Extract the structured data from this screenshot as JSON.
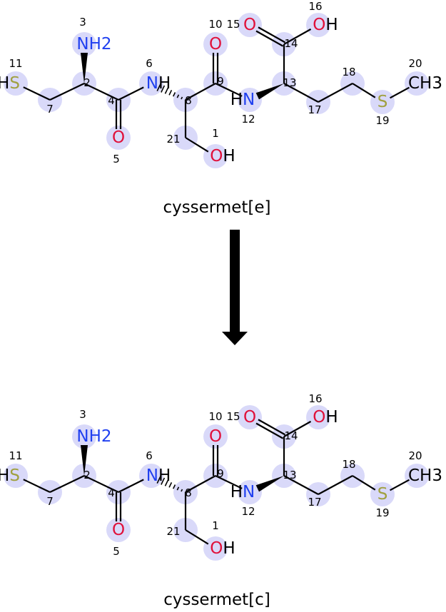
{
  "reaction": {
    "reactant": {
      "name": "cyssermet[e]",
      "atoms": [
        {
          "num": "1",
          "label": "OH",
          "element": "O"
        },
        {
          "num": "2",
          "label": "",
          "element": "C"
        },
        {
          "num": "3",
          "label": "NH2",
          "element": "N"
        },
        {
          "num": "4",
          "label": "",
          "element": "C"
        },
        {
          "num": "5",
          "label": "O",
          "element": "O"
        },
        {
          "num": "6",
          "label": "NH",
          "element": "N"
        },
        {
          "num": "7",
          "label": "",
          "element": "C"
        },
        {
          "num": "8",
          "label": "",
          "element": "C"
        },
        {
          "num": "9",
          "label": "",
          "element": "C"
        },
        {
          "num": "10",
          "label": "O",
          "element": "O"
        },
        {
          "num": "11",
          "label": "HS",
          "element": "S"
        },
        {
          "num": "12",
          "label": "HN",
          "element": "N"
        },
        {
          "num": "13",
          "label": "",
          "element": "C"
        },
        {
          "num": "14",
          "label": "",
          "element": "C"
        },
        {
          "num": "15",
          "label": "O",
          "element": "O"
        },
        {
          "num": "16",
          "label": "OH",
          "element": "O"
        },
        {
          "num": "17",
          "label": "",
          "element": "C"
        },
        {
          "num": "18",
          "label": "",
          "element": "C"
        },
        {
          "num": "19",
          "label": "S",
          "element": "S"
        },
        {
          "num": "20",
          "label": "CH3",
          "element": "C"
        },
        {
          "num": "21",
          "label": "",
          "element": "C"
        }
      ]
    },
    "product": {
      "name": "cyssermet[c]",
      "atoms": [
        {
          "num": "1",
          "label": "OH",
          "element": "O"
        },
        {
          "num": "2",
          "label": "",
          "element": "C"
        },
        {
          "num": "3",
          "label": "NH2",
          "element": "N"
        },
        {
          "num": "4",
          "label": "",
          "element": "C"
        },
        {
          "num": "5",
          "label": "O",
          "element": "O"
        },
        {
          "num": "6",
          "label": "NH",
          "element": "N"
        },
        {
          "num": "7",
          "label": "",
          "element": "C"
        },
        {
          "num": "8",
          "label": "",
          "element": "C"
        },
        {
          "num": "9",
          "label": "",
          "element": "C"
        },
        {
          "num": "10",
          "label": "O",
          "element": "O"
        },
        {
          "num": "11",
          "label": "HS",
          "element": "S"
        },
        {
          "num": "12",
          "label": "HN",
          "element": "N"
        },
        {
          "num": "13",
          "label": "",
          "element": "C"
        },
        {
          "num": "14",
          "label": "",
          "element": "C"
        },
        {
          "num": "15",
          "label": "O",
          "element": "O"
        },
        {
          "num": "16",
          "label": "OH",
          "element": "O"
        },
        {
          "num": "17",
          "label": "",
          "element": "C"
        },
        {
          "num": "18",
          "label": "",
          "element": "C"
        },
        {
          "num": "19",
          "label": "S",
          "element": "S"
        },
        {
          "num": "20",
          "label": "CH3",
          "element": "C"
        },
        {
          "num": "21",
          "label": "",
          "element": "C"
        }
      ]
    }
  },
  "colors": {
    "O": "#e0103a",
    "N": "#2040f0",
    "S": "#a0a040",
    "C": "#000000",
    "highlight": "#d9d9f9"
  }
}
